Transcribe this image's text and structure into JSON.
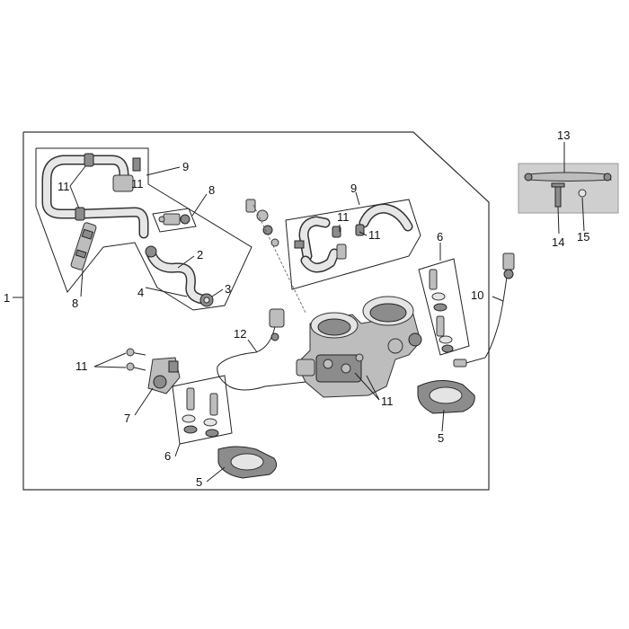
{
  "callouts": {
    "c1": "1",
    "c2": "2",
    "c3": "3",
    "c4": "4",
    "c5a": "5",
    "c5b": "5",
    "c6a": "6",
    "c6b": "6",
    "c7": "7",
    "c8a": "8",
    "c8b": "8",
    "c9a": "9",
    "c9b": "9",
    "c10": "10",
    "c11a": "11",
    "c11b": "11",
    "c11c": "11",
    "c11d": "11",
    "c11e": "11",
    "c11f": "11",
    "c12": "12",
    "c13": "13",
    "c14": "14",
    "c15": "15"
  },
  "colors": {
    "frame": "#333333",
    "part_fill": "#bdbdbd",
    "inset_bg": "#cfcfcf"
  }
}
